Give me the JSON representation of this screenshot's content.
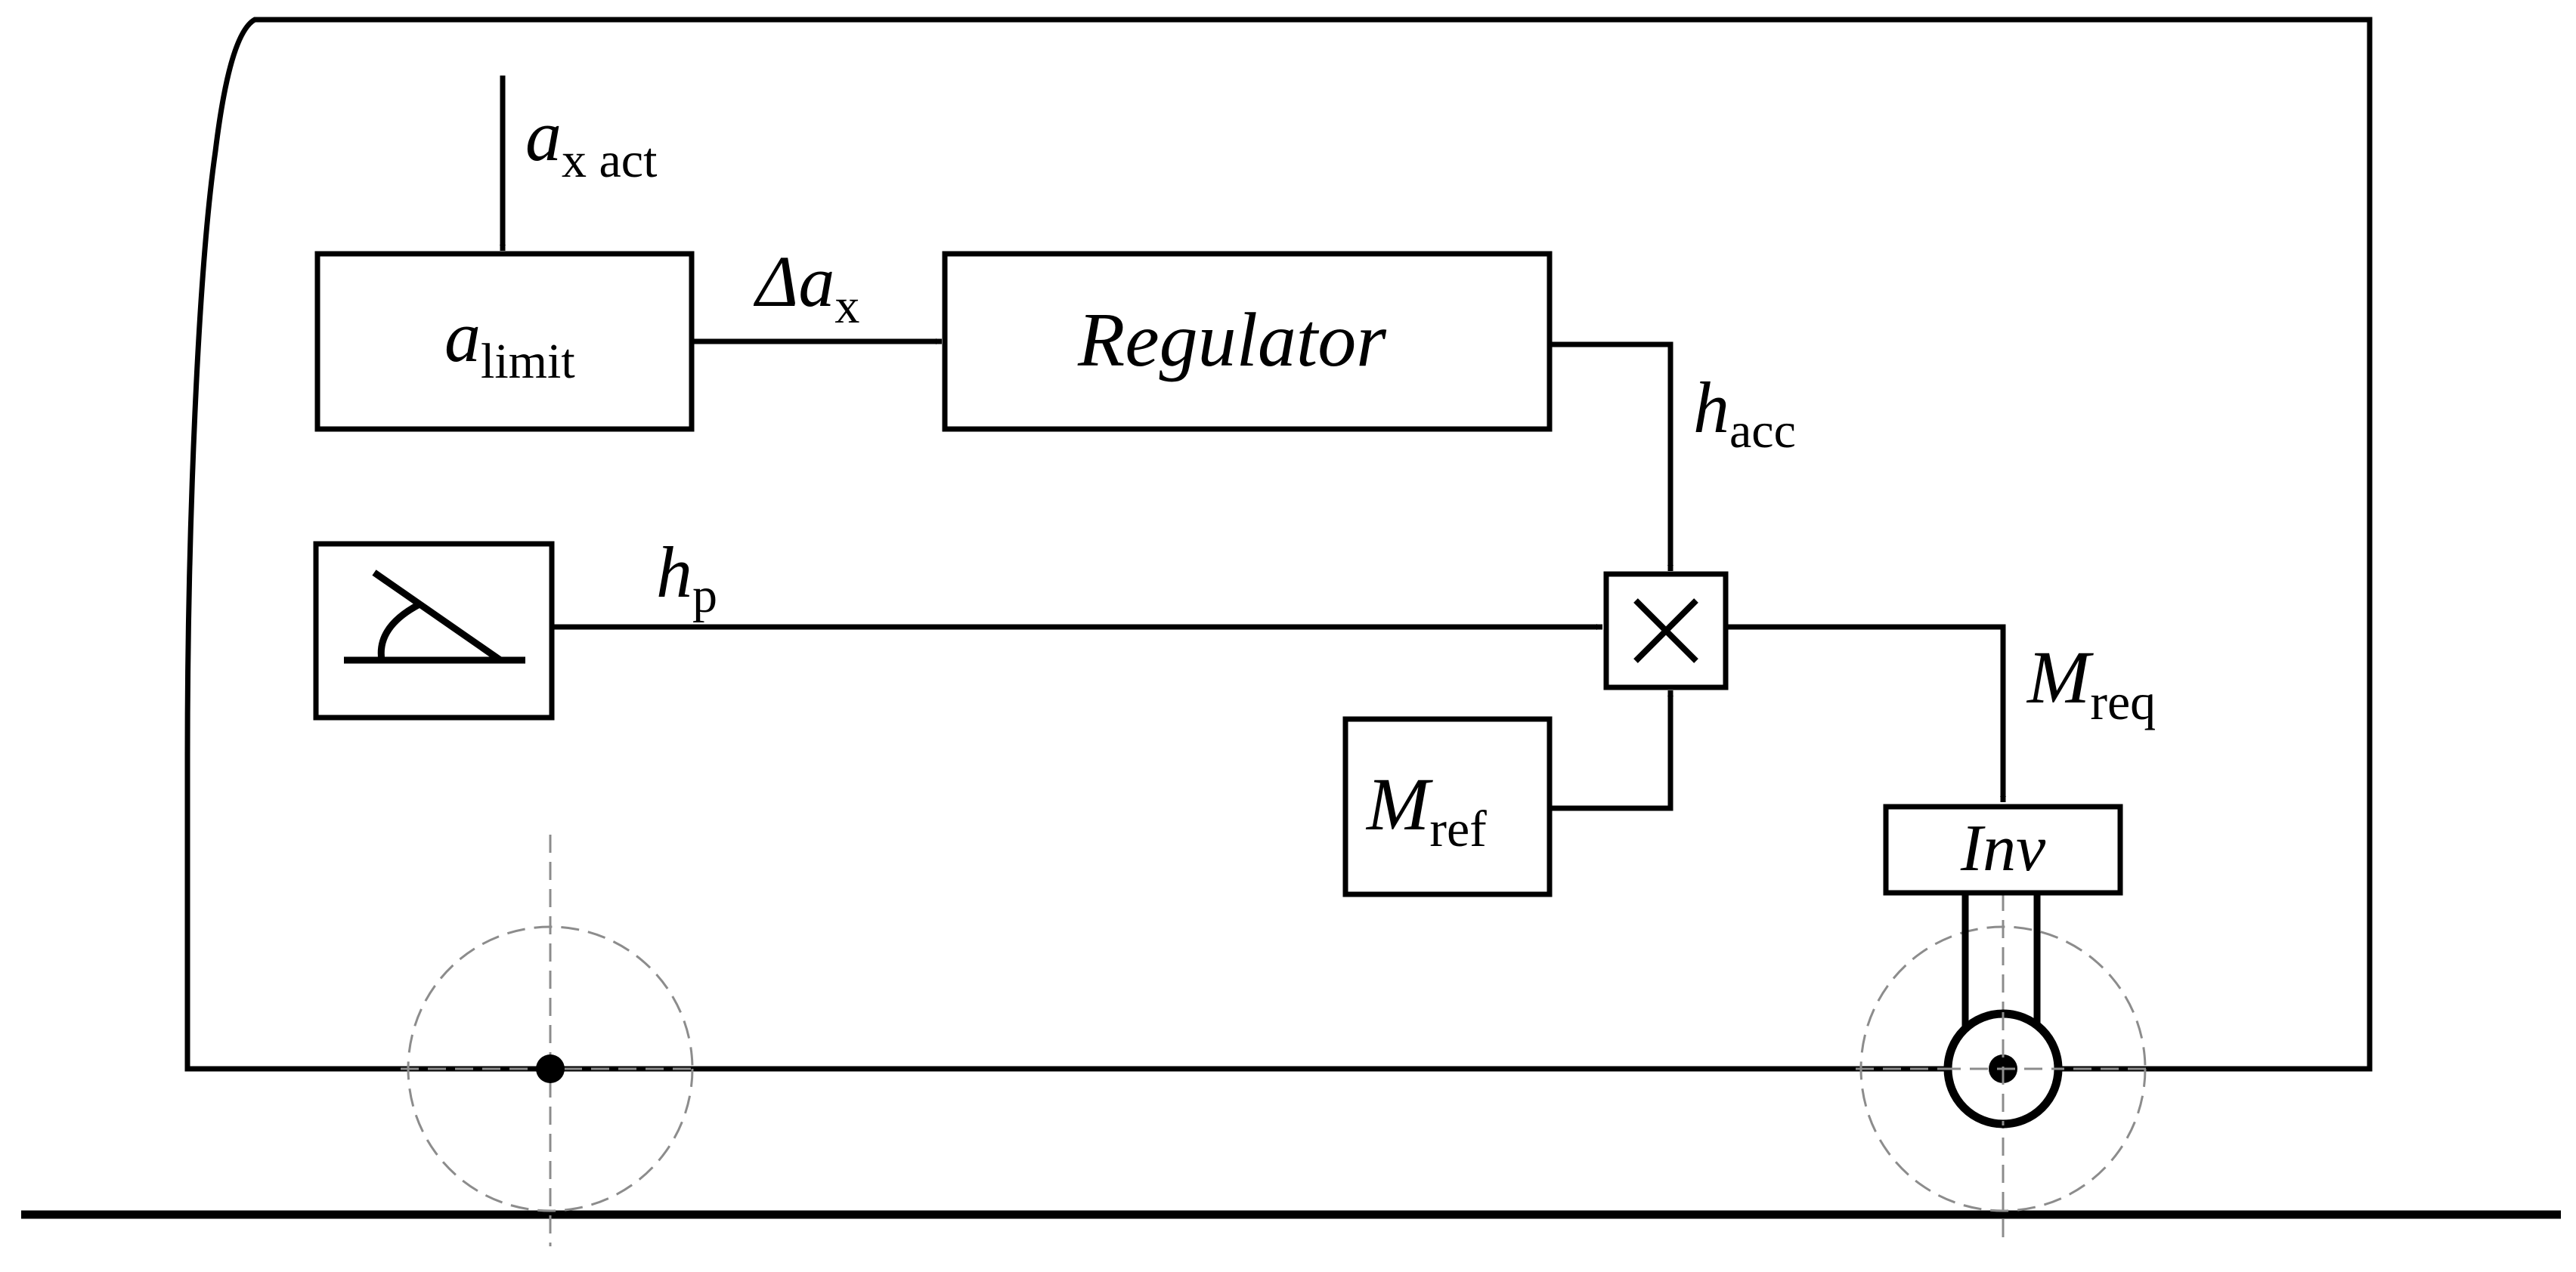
{
  "diagram": {
    "signals": {
      "ax_act": {
        "main": "a",
        "sub": "x act"
      },
      "delta_ax": {
        "main": "Δa",
        "sub": "x"
      },
      "h_acc": {
        "main": "h",
        "sub": "acc"
      },
      "h_p": {
        "main": "h",
        "sub": "p"
      },
      "m_req": {
        "main": "M",
        "sub": "req"
      }
    },
    "blocks": {
      "a_limit": {
        "main": "a",
        "sub": "limit"
      },
      "regulator": {
        "label": "Regulator"
      },
      "m_ref": {
        "main": "M",
        "sub": "ref"
      },
      "inverter": {
        "label": "Inv"
      },
      "pedal": {
        "icon": "accelerator-pedal-icon"
      },
      "multiplier": {
        "icon": "multiply-icon"
      }
    },
    "vehicle": {
      "wheels": [
        "front-wheel",
        "rear-wheel"
      ]
    },
    "colors": {
      "line": "#000000",
      "dashed": "#8c8c8c",
      "background": "#ffffff"
    }
  }
}
